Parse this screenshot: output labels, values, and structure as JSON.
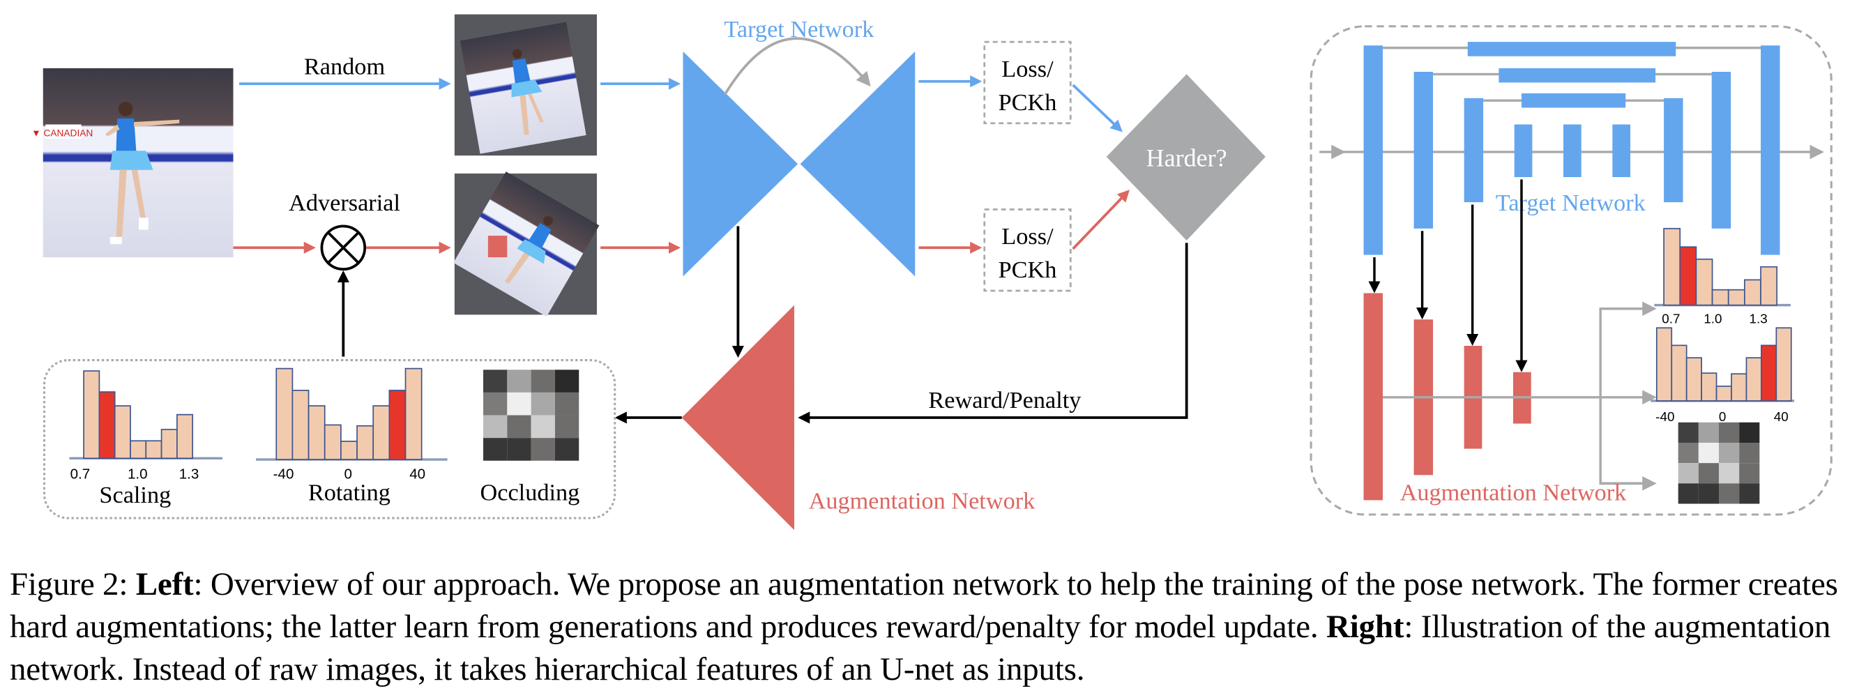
{
  "colors": {
    "target_blue": "#64a6ee",
    "augment_red": "#dc6660",
    "highlight_red": "#e8352a",
    "bar_fill": "#f2cbae",
    "bar_stroke": "#3f5691",
    "gray_diamond": "#a7a9aa",
    "gray_line": "#a9a9a9",
    "image_bg": "#56585d"
  },
  "left": {
    "labels": {
      "random": "Random",
      "adversarial": "Adversarial",
      "target_network": "Target Network",
      "augmentation_network": "Augmentation Network",
      "loss_top": [
        "Loss/",
        "PCKh"
      ],
      "loss_bottom": [
        "Loss/",
        "PCKh"
      ],
      "harder": "Harder?",
      "reward_penalty": "Reward/Penalty"
    },
    "operators": {
      "multiply_symbol": "×"
    },
    "panels": {
      "scaling": {
        "title": "Scaling",
        "ticks": [
          "0.7",
          "1.0",
          "1.3"
        ]
      },
      "rotating": {
        "title": "Rotating",
        "ticks": [
          "-40",
          "0",
          "40"
        ]
      },
      "occluding": {
        "title": "Occluding"
      }
    }
  },
  "right": {
    "labels": {
      "target_network": "Target Network",
      "augmentation_network": "Augmentation Network"
    },
    "scaling_ticks": [
      "0.7",
      "1.0",
      "1.3"
    ],
    "rotating_ticks": [
      "-40",
      "0",
      "40"
    ]
  },
  "histograms": {
    "scaling": {
      "values": [
        1.0,
        0.76,
        0.6,
        0.2,
        0.2,
        0.33,
        0.5
      ],
      "highlight_index": 1
    },
    "rotating": {
      "values": [
        1.0,
        0.76,
        0.59,
        0.38,
        0.2,
        0.37,
        0.59,
        0.76,
        1.0
      ],
      "highlight_index": 7
    }
  },
  "occlusion_grid": {
    "rows": 4,
    "cols": 4,
    "cells": [
      "#404040",
      "#a2a2a2",
      "#6f6d6c",
      "#2a2a2a",
      "#7c7b7a",
      "#efefef",
      "#a8a8a8",
      "#6f6d6c",
      "#bbbbbb",
      "#6f6d6c",
      "#d0d0d0",
      "#6f6d6c",
      "#373737",
      "#373737",
      "#6f6d6c",
      "#373737"
    ]
  },
  "caption": {
    "prefix": "Figure 2: ",
    "left_bold": "Left",
    "text1": ": Overview of our approach. We propose an augmentation network to help the training of the pose network. The former creates hard augmentations; the latter learn from generations and produces reward/penalty for model update. ",
    "right_bold": "Right",
    "text2": ": Illustration of the augmentation network. Instead of raw images, it takes hierarchical features of an U-net as inputs."
  }
}
